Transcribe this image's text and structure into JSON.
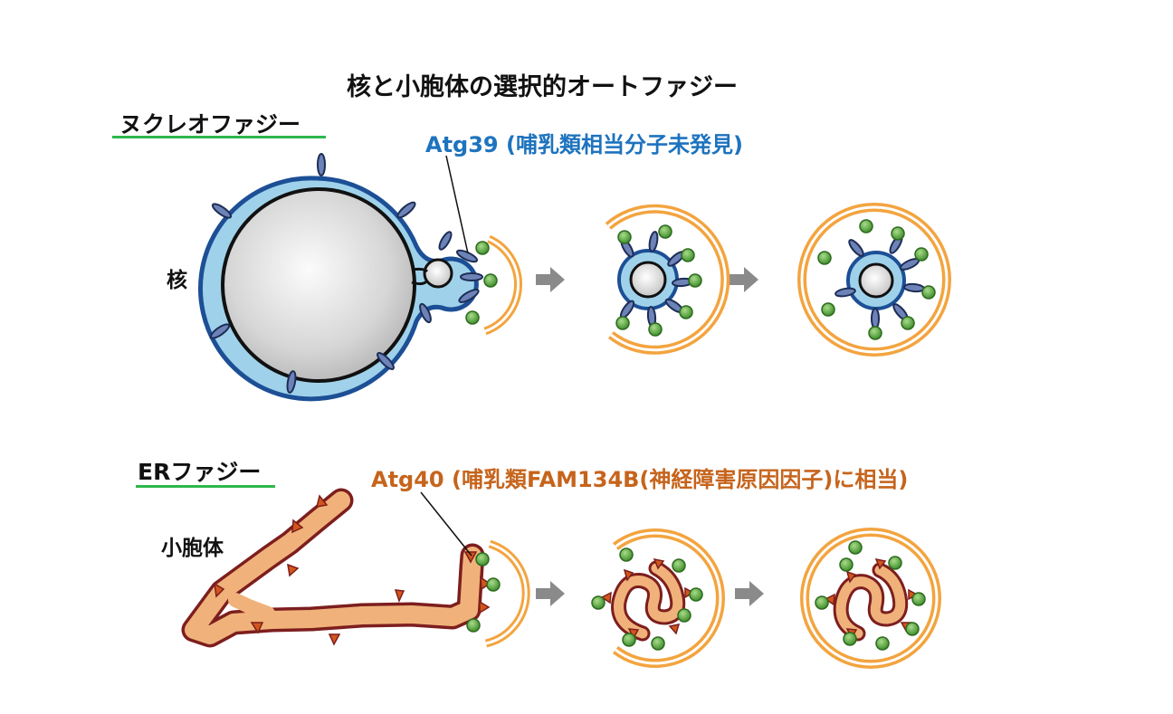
{
  "title": "核と小胞体の選択的オートファジー",
  "nucleophagy": {
    "heading": "ヌクレオファジー",
    "organelle_label": "核",
    "receptor_label": "Atg39 (哺乳類相当分子未発見)"
  },
  "er_phagy": {
    "heading": "ERファジー",
    "organelle_label": "小胞体",
    "receptor_label": "Atg40 (哺乳類FAM134B(神経障害原因因子)に相当)"
  },
  "colors": {
    "nuclear_membrane_outer": "#1d4f96",
    "nuclear_membrane_fill": "#9fd2ea",
    "nucleus_gray": "#d8d8d8",
    "receptor_blue": "#6d83b8",
    "phagophore_orange": "#f3a43f",
    "atg8_green": "#5fae45",
    "er_fill": "#f0b27a",
    "er_outline": "#7d1e1e",
    "atg40_triangle": "#d2561b",
    "arrow_gray": "#8a8a8a",
    "heading_underline": "#2db84b",
    "atg39_text": "#1e73be",
    "atg40_text": "#c6641c"
  }
}
